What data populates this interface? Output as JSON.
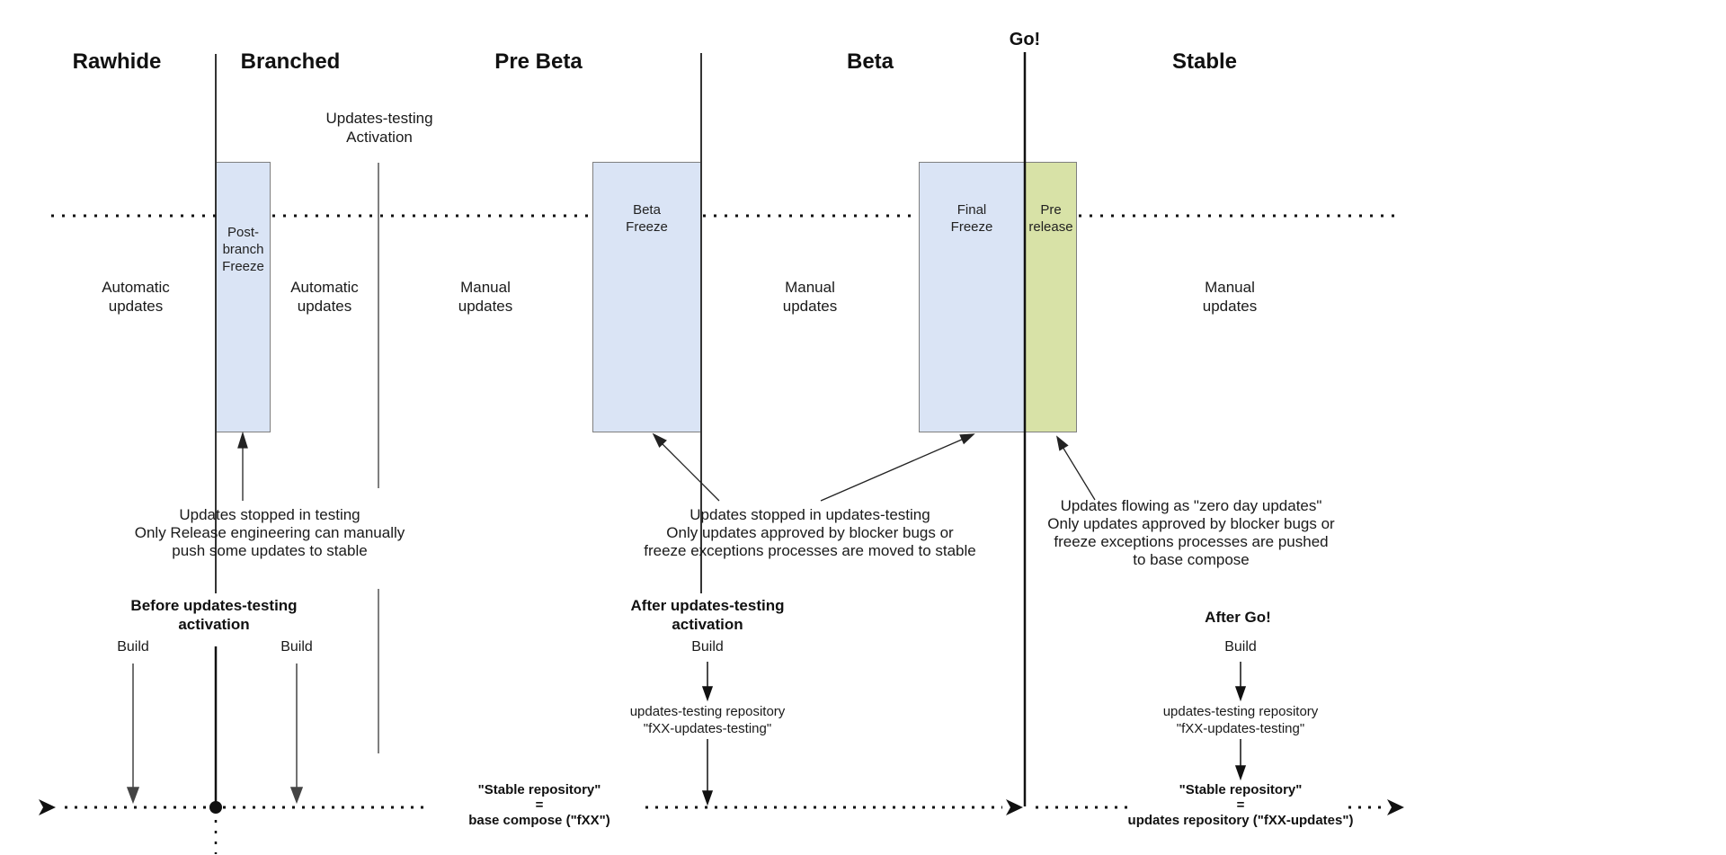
{
  "phases": [
    {
      "label": "Rawhide"
    },
    {
      "label": "Branched"
    },
    {
      "label": "Pre Beta"
    },
    {
      "label": "Beta"
    },
    {
      "label": "Stable"
    }
  ],
  "go_label": "Go!",
  "activation_label": "Updates-testing\nActivation",
  "freeze_boxes": [
    {
      "label": "Post-\nbranch\nFreeze"
    },
    {
      "label": "Beta\nFreeze"
    },
    {
      "label": "Final\nFreeze"
    },
    {
      "label": "Pre\nrelease"
    }
  ],
  "update_modes": [
    {
      "label": "Automatic\nupdates"
    },
    {
      "label": "Automatic\nupdates"
    },
    {
      "label": "Manual\nupdates"
    },
    {
      "label": "Manual\nupdates"
    },
    {
      "label": "Manual\nupdates"
    }
  ],
  "annotations": {
    "branched": "Updates stopped in testing\nOnly Release engineering can manually\npush some updates to stable",
    "beta": "Updates stopped in updates-testing\nOnly updates approved by blocker bugs or\nfreeze exceptions processes are moved to stable",
    "stable": "Updates flowing as \"zero day updates\"\nOnly updates approved by blocker bugs or\nfreeze exceptions processes are pushed\nto base compose"
  },
  "bottom": {
    "before_title": "Before updates-testing\nactivation",
    "after_title": "After updates-testing\nactivation",
    "after_go_title": "After Go!",
    "build_labels": [
      "Build",
      "Build",
      "Build",
      "Build"
    ],
    "updates_testing_repo": "updates-testing repository\n\"fXX-updates-testing\"",
    "stable_repo_base": "\"Stable repository\"\n=\nbase compose (\"fXX\")",
    "stable_repo_updates": "\"Stable repository\"\n=\nupdates repository (\"fXX-updates\")"
  },
  "colors": {
    "freeze_fill": "#dae4f5",
    "prerelease_fill": "#d8e2a7",
    "box_border": "#7f7f7f",
    "line": "#111111"
  }
}
